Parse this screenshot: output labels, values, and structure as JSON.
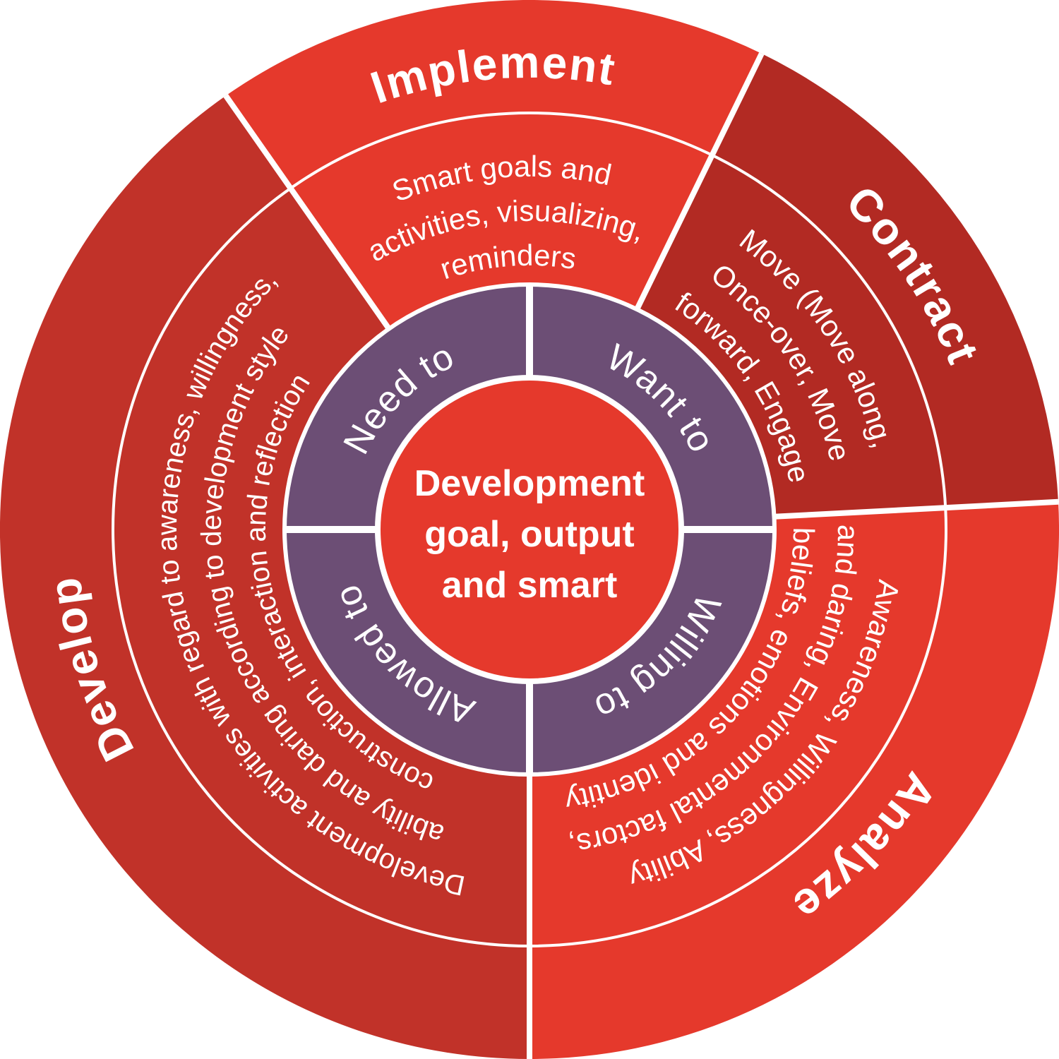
{
  "colors": {
    "background": "#ffffff",
    "bright_red": "#e5392c",
    "contract_red": "#b22a23",
    "develop_red": "#c13229",
    "purple": "#6c4e75",
    "text": "#ffffff"
  },
  "center": {
    "full_text": "Development goal, output and smart",
    "lines": [
      "Development",
      "goal, output",
      "and smart"
    ],
    "color": "#e5392c"
  },
  "inner_ring": {
    "quadrants": [
      {
        "label": "Need to",
        "position": "top-left"
      },
      {
        "label": "Want to",
        "position": "top-right"
      },
      {
        "label": "Willing to",
        "position": "bottom-right"
      },
      {
        "label": "Allowed to",
        "position": "bottom-left"
      }
    ]
  },
  "sections": [
    {
      "name": "Implement",
      "color": "#e5392c",
      "description": "Smart goals and activities, visualizing, reminders",
      "description_lines": [
        "Smart goals and",
        "activities, visualizing,",
        "reminders"
      ]
    },
    {
      "name": "Contract",
      "color": "#b22a23",
      "description": "Move (Move along, Once-over, Move forward, Engage",
      "description_lines": [
        "Move (Move along,",
        "Once-over, Move",
        "forward, Engage"
      ]
    },
    {
      "name": "Analyze",
      "color": "#e5392c",
      "description": "Awareness, Willingness, Ability and daring, Environmental factors, beliefs, emotions and identity",
      "description_lines": [
        "Awareness, Willingness, Ability",
        "and daring, Environmental factors,",
        "beliefs, emotions and identity"
      ]
    },
    {
      "name": "Develop",
      "color": "#c13229",
      "description": "Development activities with regard to awareness, willingness, ability and daring according to development style construction, interaction and reflection",
      "description_lines": [
        "Development activities with regard to awareness, willingness,",
        "ability and daring according to development style",
        "construction, interaction and reflection"
      ]
    }
  ]
}
